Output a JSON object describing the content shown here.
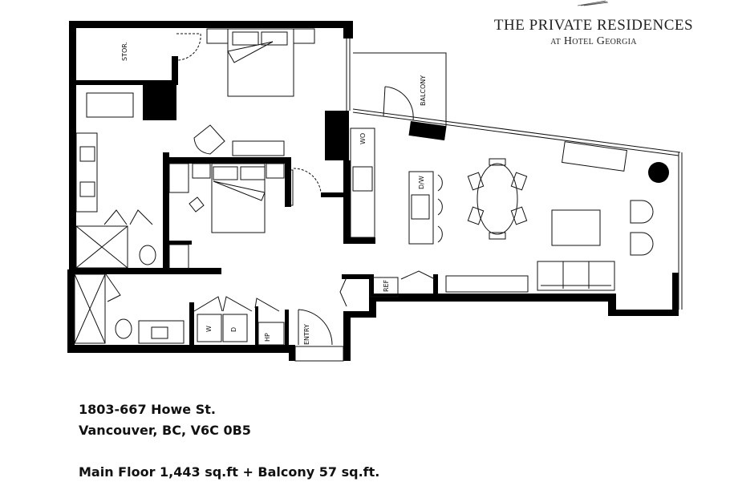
{
  "brand": {
    "title": "THE PRIVATE RESIDENCES",
    "subtitle": "at Hotel Georgia"
  },
  "plan": {
    "labels": {
      "storage": "STOR.",
      "balcony": "BALCONY",
      "wall_oven": "WO",
      "dishwasher": "D/W",
      "refrigerator": "REF",
      "washer": "W",
      "dryer": "D",
      "heat_pump": "HP",
      "entry": "ENTRY"
    },
    "colors": {
      "wall": "#000000",
      "line": "#111111",
      "background": "#ffffff"
    }
  },
  "listing": {
    "address_line1": "1803-667 Howe St.",
    "address_line2": "Vancouver, BC, V6C 0B5",
    "area_summary": "Main Floor  1,443 sq.ft  + Balcony  57 sq.ft."
  }
}
